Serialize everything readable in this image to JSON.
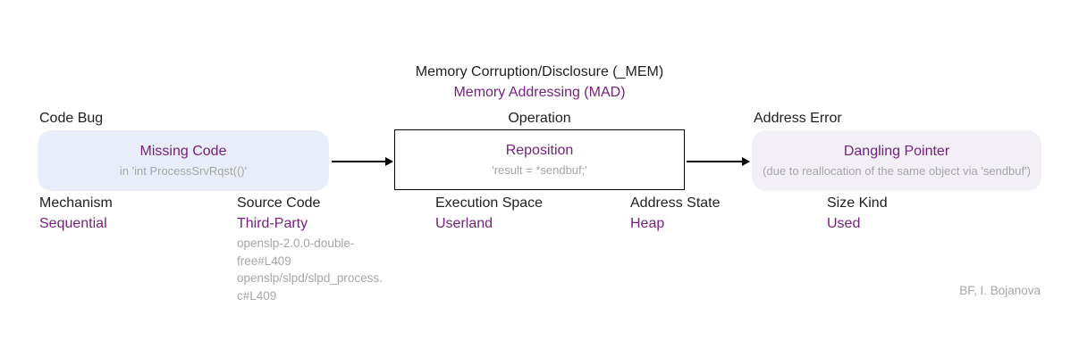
{
  "title": {
    "line1": "Memory Corruption/Disclosure (_MEM)",
    "line2": "Memory Addressing (MAD)"
  },
  "flow": {
    "code_bug": {
      "label": "Code Bug",
      "title": "Missing Code",
      "subtitle": "in 'int ProcessSrvRqst(()'"
    },
    "operation": {
      "label": "Operation",
      "title": "Reposition",
      "subtitle": "'result = *sendbuf;'"
    },
    "address_error": {
      "label": "Address Error",
      "title": "Dangling Pointer",
      "subtitle": "(due to reallocation of the same object via 'sendbuf')"
    }
  },
  "attributes": [
    {
      "label": "Mechanism",
      "value": "Sequential"
    },
    {
      "label": "Source Code",
      "value": "Third-Party",
      "detail_lines": [
        "openslp-2.0.0-double-",
        "free#L409",
        "openslp/slpd/slpd_process.",
        "c#L409"
      ]
    },
    {
      "label": "Execution Space",
      "value": "Userland"
    },
    {
      "label": "Address State",
      "value": "Heap"
    },
    {
      "label": "Size Kind",
      "value": "Used"
    }
  ],
  "footer": {
    "credit": "BF, I. Bojanova"
  },
  "colors": {
    "accent_purple": "#76217E",
    "muted_gray": "#A6A6A6",
    "text_dark": "#1F1F1F",
    "code_bug_fill": "#E8EDF9",
    "address_error_fill": "#F2EFF7",
    "box_border": "#000000"
  }
}
